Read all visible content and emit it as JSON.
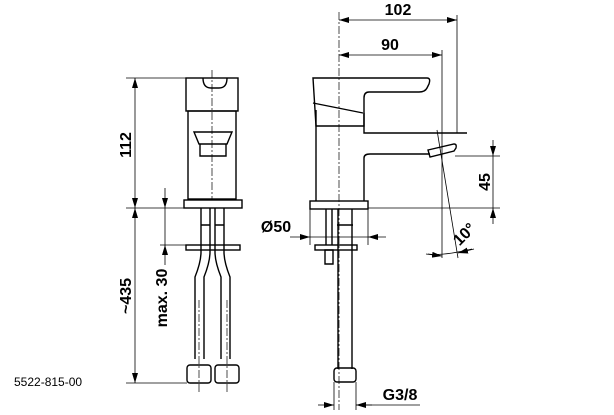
{
  "drawing": {
    "part_number": "5522-815-00",
    "dimensions": {
      "width_total": "102",
      "spout_reach": "90",
      "spout_height": "45",
      "angle": "10°",
      "base_diameter": "Ø50",
      "thread": "G3/8",
      "height": "112",
      "hose_length": "~435",
      "max_thickness": "max. 30"
    }
  }
}
